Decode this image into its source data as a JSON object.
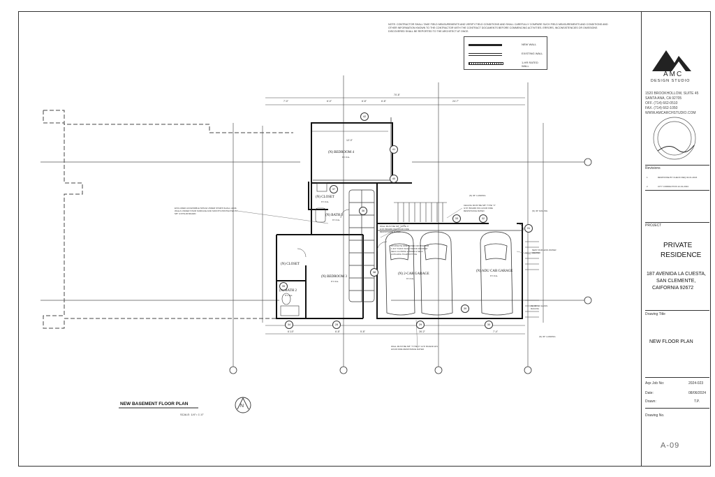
{
  "general_note": "NOTE: CONTRACTOR SHALL TAKE FIELD MEASUREMENTS AND VERIFY FIELD CONDITIONS AND SHALL CAREFULLY COMPARE SUCH FIELD MEASUREMENTS AND CONDITIONS AND OTHER INFORMATION KNOWN TO THE CONTRACTOR WITH THE CONTRACT DOCUMENTS BEFORE COMMENCING ACTIVITIES. ERRORS, INCONSISTENCIES OR OMISSIONS DISCOVERED SHALL BE REPORTED TO THE ARCHITECT AT ONCE.",
  "legend": {
    "items": [
      {
        "label": "NEW WALL",
        "style": "solid"
      },
      {
        "label": "EXISTING WALL",
        "style": "double"
      },
      {
        "label": "1-HR RATED WALL",
        "style": "hatched"
      }
    ]
  },
  "firm": {
    "name": "AMC",
    "subtitle": "DESIGN STUDIO",
    "address1": "1520 BROOKHOLLOW, SUITE 45",
    "address2": "SANTA ANA, CA 92705",
    "phone": "OFF. (714) 662-0510",
    "fax": "FAX. (714) 662-1050",
    "web": "WWW.AMCARCHSTUDIO.COM"
  },
  "title_block": {
    "revisions_label": "Revisions",
    "revisions": [
      {
        "mark": "1",
        "text": "RESPONSE BY CHECK REQ 04-01-2024"
      },
      {
        "mark": "2",
        "text": "CITY CORRECTION 12-01-2024"
      }
    ],
    "project_label": "PROJECT",
    "project_name_line1": "PRIVATE",
    "project_name_line2": "RESIDENCE",
    "address_line1": "187 AVENIDA LA CUESTA,",
    "address_line2": "SAN CLEMENTE,",
    "address_line3": "CAIFORNIA 92672",
    "drawing_title_label": "Drawing Title",
    "drawing_title": "NEW FLOOR PLAN",
    "job_no_label": "Aqx Job No:",
    "job_no": "2024-023",
    "date_label": "Date:",
    "date": "08/06/2024",
    "drawn_label": "Drawn:",
    "drawn": "T.P.",
    "drawing_no_label": "Drawing No.",
    "sheet_number": "A-09"
  },
  "plan": {
    "title": "NEW BASEMENT FLOOR PLAN",
    "scale": "SCALE: 1/4\"= 1'-0\"",
    "rooms": [
      {
        "name": "(N) BEDROOM 4",
        "ceiling": "9' CLG."
      },
      {
        "name": "(N) CLOSET",
        "ceiling": "9' CLG."
      },
      {
        "name": "(N) BATH 3",
        "ceiling": "9' CLG."
      },
      {
        "name": "(N) CLOSET",
        "ceiling": ""
      },
      {
        "name": "(N) BEDROOM 3",
        "ceiling": "9' CLG."
      },
      {
        "name": "(N) BATH 2",
        "ceiling": "9' CLG."
      },
      {
        "name": "(N) 2-CAR GARAGE",
        "ceiling": "9' CLG."
      },
      {
        "name": "(N) ADU CAR GARAGE",
        "ceiling": "9' CLG."
      }
    ],
    "tags": [
      "42",
      "41",
      "40",
      "37",
      "36",
      "33",
      "32",
      "31",
      "35",
      "34",
      "28",
      "29",
      "30",
      "38",
      "39"
    ],
    "dimensions": {
      "overall": "70'-8\"",
      "top_segments": [
        "7'-0\"",
        "6'-0\"",
        "6'-8\"",
        "6'-8\"",
        "24'-7\""
      ],
      "bedroom4_width": "12'-0\"",
      "bottom_segments": [
        "6'-10\"",
        "6'-8\"",
        "5'-8\"",
        "26'-2\"",
        "7'-4\""
      ]
    },
    "callouts": [
      "EXCLUDED ACCESSIBLE SPACE UNDER STAIRS SHALL HAVE WALLS UNDER STAIR SURFACE AND SOFFITS PROTECTED BY 5/8\" GYPSUM BOARD",
      "WALL MUST BE 5/8\" \"TYPE X\" GYP. BOARD W/1 HOUR FIRE RESISTANCE RATED",
      "W/ MINUTE FIRE RATED OR MINIMUM 1-3/4\" THICK SOLID WOOD DOOR W/ SELF-CLOSING HINGES & SELF-LATCHING TIGHT FITTING",
      "CEILING MUST BE 5/8\" TYPE \"X\" GYP. BOARD W/1 HOUR FIRE RESISTANCE RATED",
      "NEW TANKLESS WATER HEATER",
      "WALL MUST BE 5/8\" \"TYPE X\" GYP. BOARD W/1 HOUR FIRE RESISTANCE RATED",
      "(N) 36\" HI GLASS RAILING",
      "(N) 36\" RAILING",
      "(N) 36\" LANDING",
      "(N) 36\" LANDING"
    ]
  }
}
